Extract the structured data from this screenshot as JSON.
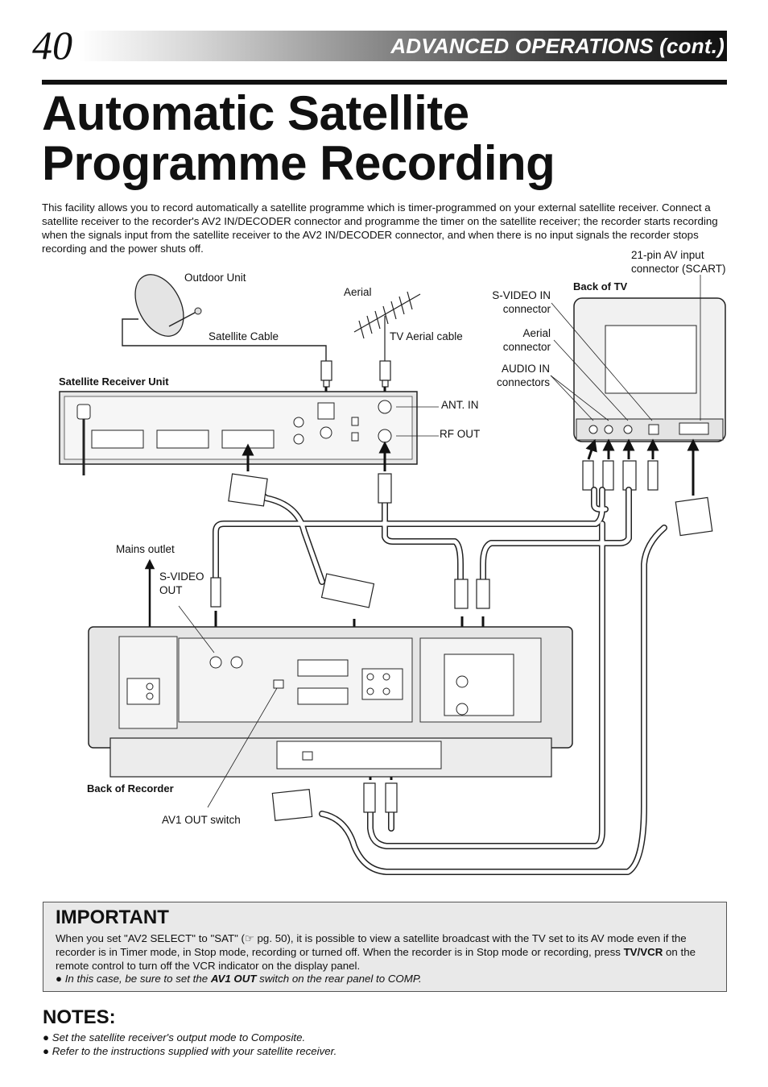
{
  "header": {
    "page_number": "40",
    "section_title": "ADVANCED OPERATIONS (cont.)"
  },
  "title_line1": "Automatic Satellite",
  "title_line2": "Programme Recording",
  "intro": "This facility allows you to record automatically a satellite programme which is timer-programmed on your external satellite receiver. Connect a satellite receiver to the recorder's AV2 IN/DECODER connector and programme the timer on the satellite receiver; the recorder starts recording when the signals input from the satellite receiver to the AV2 IN/DECODER connector, and when there is no input signals the recorder stops recording and the power shuts off.",
  "diagram": {
    "outdoor_unit": "Outdoor Unit",
    "satellite_cable": "Satellite Cable",
    "aerial": "Aerial",
    "tv_aerial_cable": "TV Aerial cable",
    "satellite_receiver_unit": "Satellite Receiver Unit",
    "ant_in": "ANT. IN",
    "rf_out": "RF OUT",
    "back_of_tv": "Back of TV",
    "svideo_in_1": "S-VIDEO IN",
    "svideo_in_2": "connector",
    "aerial_conn_1": "Aerial",
    "aerial_conn_2": "connector",
    "audio_in_1": "AUDIO IN",
    "audio_in_2": "connectors",
    "scart_1": "21-pin AV input",
    "scart_2": "connector (SCART)",
    "mains_outlet": "Mains outlet",
    "svideo_out_1": "S-VIDEO",
    "svideo_out_2": "OUT",
    "back_of_recorder": "Back of Recorder",
    "av1_out_switch": "AV1 OUT switch"
  },
  "important": {
    "heading": "IMPORTANT",
    "body_a": "When you set \"AV2 SELECT\" to \"SAT\" (",
    "ref_symbol": "☞",
    "body_b": " pg. 50), it is possible to view a satellite broadcast with the TV set to its AV mode even if the recorder is in Timer mode, in Stop mode, recording or turned off. When the recorder is in Stop mode or recording, press ",
    "tvvcr": "TV/VCR",
    "body_c": " on the remote control to turn off the VCR indicator on the display panel.",
    "note_bullet": "●",
    "note_a": " In this case, be sure to set the ",
    "note_av1": "AV1 OUT",
    "note_b": " switch on the rear panel to COMP."
  },
  "notes": {
    "heading": "NOTES:",
    "items": [
      "Set the satellite receiver's output mode to Composite.",
      "Refer to the instructions supplied with your satellite receiver."
    ]
  }
}
